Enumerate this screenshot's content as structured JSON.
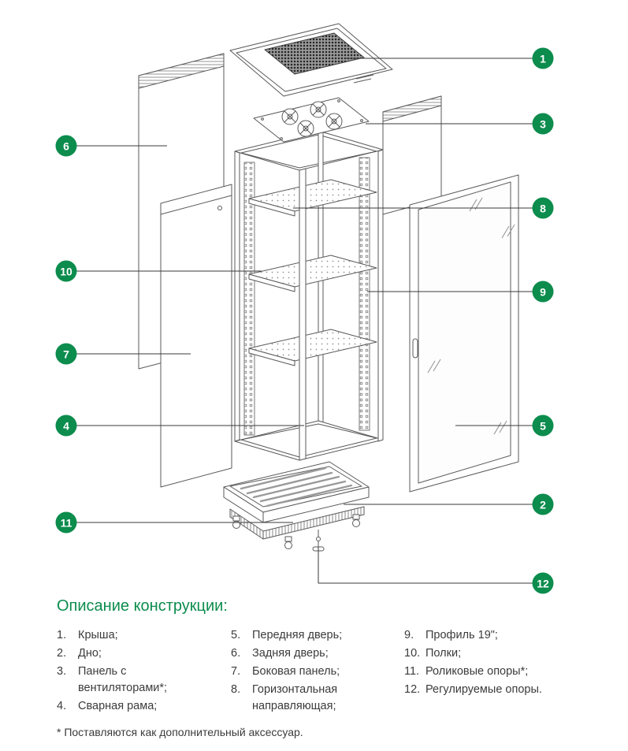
{
  "colors": {
    "accent": "#0c8c4d"
  },
  "diagram": {
    "callouts": [
      "1",
      "2",
      "3",
      "4",
      "5",
      "6",
      "7",
      "8",
      "9",
      "10",
      "11",
      "12"
    ]
  },
  "legend": {
    "title": "Описание конструкции:",
    "columns": [
      [
        {
          "num": "1.",
          "text": "Крыша;"
        },
        {
          "num": "2.",
          "text": "Дно;"
        },
        {
          "num": "3.",
          "text": "Панель с вентиляторами*;"
        },
        {
          "num": "4.",
          "text": "Сварная рама;"
        }
      ],
      [
        {
          "num": "5.",
          "text": "Передняя дверь;"
        },
        {
          "num": "6.",
          "text": "Задняя дверь;"
        },
        {
          "num": "7.",
          "text": "Боковая панель;"
        },
        {
          "num": "8.",
          "text": "Горизонтальная направляющая;"
        }
      ],
      [
        {
          "num": "9.",
          "text": "Профиль 19\";"
        },
        {
          "num": "10.",
          "text": "Полки;"
        },
        {
          "num": "11.",
          "text": "Роликовые опоры*;"
        },
        {
          "num": "12.",
          "text": "Регулируемые опоры."
        }
      ]
    ],
    "footnote": "* Поставляются как дополнительный аксессуар."
  }
}
